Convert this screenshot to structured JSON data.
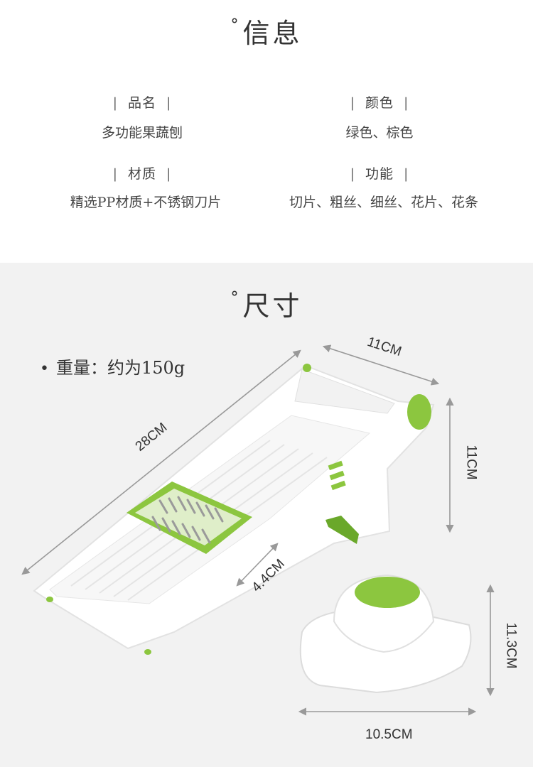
{
  "info": {
    "title": "信息",
    "deg": "°",
    "bar": "|",
    "name_label": "品名",
    "name_value": "多功能果蔬刨",
    "color_label": "颜色",
    "color_value": "绿色、棕色",
    "material_label": "材质",
    "material_value": "精选PP材质+不锈钢刀片",
    "function_label": "功能",
    "function_value": "切片、粗丝、细丝、花片、花条"
  },
  "size": {
    "title": "尺寸",
    "deg": "°",
    "bullet": "•",
    "weight": "重量：约为150g",
    "dims": {
      "length": "28CM",
      "width_top": "11CM",
      "height_side": "11CM",
      "blade": "4.4CM",
      "holder_height": "11.3CM",
      "holder_width": "10.5CM"
    }
  },
  "colors": {
    "green": "#8cc63f",
    "dark_green": "#6aa82a",
    "white": "#ffffff",
    "bg_gray": "#f2f2f2",
    "arrow": "#999999"
  }
}
